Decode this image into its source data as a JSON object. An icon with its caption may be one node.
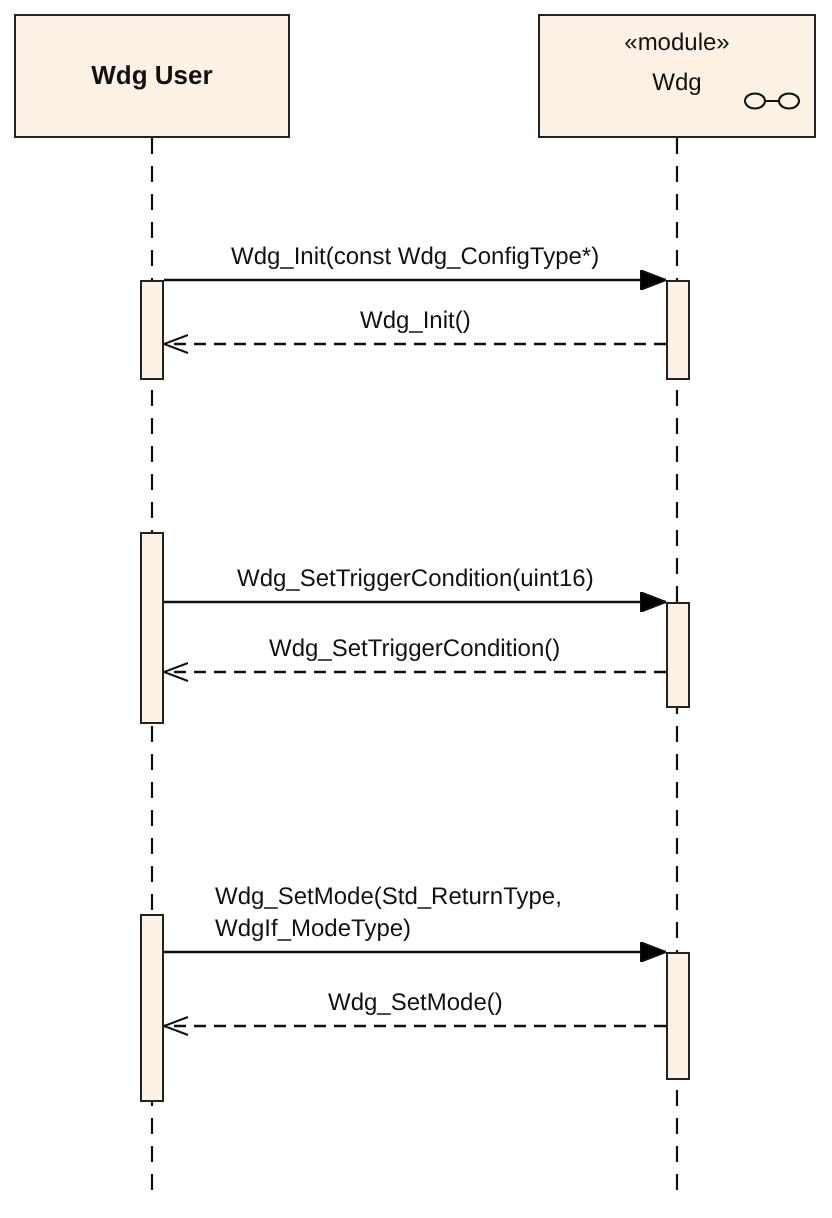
{
  "diagram": {
    "nodes": [
      {
        "text": [
          "Wdg User"
        ]
      },
      {
        "text": [
          "«module»",
          "Wdg"
        ]
      },
      {
        "text": [],
        "shape": "bar"
      },
      {
        "text": [],
        "shape": "bar"
      },
      {
        "text": [],
        "shape": "bar"
      },
      {
        "text": [],
        "shape": "bar"
      },
      {
        "text": [],
        "shape": "bar"
      },
      {
        "text": [],
        "shape": "bar"
      }
    ],
    "edges": [
      {
        "from": 2,
        "to": 3,
        "arrow": "to",
        "label": "Wdg_Init(const Wdg_ConfigType*)"
      },
      {
        "from": 3,
        "to": 2,
        "arrow": "to",
        "label": "Wdg_Init()",
        "style": "dashed"
      },
      {
        "from": 4,
        "to": 5,
        "arrow": "to",
        "label": "Wdg_SetTriggerCondition(uint16)"
      },
      {
        "from": 5,
        "to": 4,
        "arrow": "to",
        "label": "Wdg_SetTriggerCondition()",
        "style": "dashed"
      },
      {
        "from": 6,
        "to": 7,
        "arrow": "to",
        "label": "Wdg_SetMode(Std_ReturnType, WdgIf_ModeType)"
      },
      {
        "from": 7,
        "to": 6,
        "arrow": "to",
        "label": "Wdg_SetMode()",
        "style": "dashed"
      }
    ]
  }
}
